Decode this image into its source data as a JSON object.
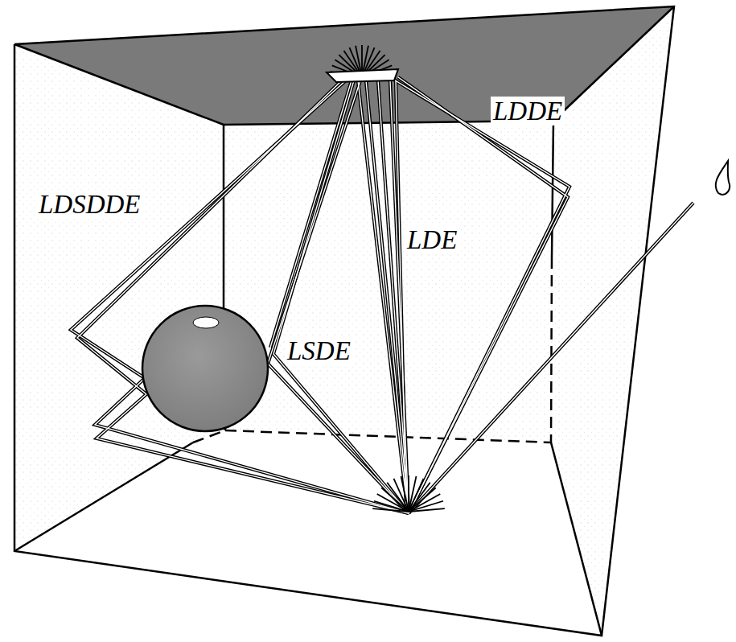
{
  "diagram": {
    "labels": [
      "LDSDDE",
      "LDDE",
      "LDE",
      "LSDE"
    ]
  }
}
